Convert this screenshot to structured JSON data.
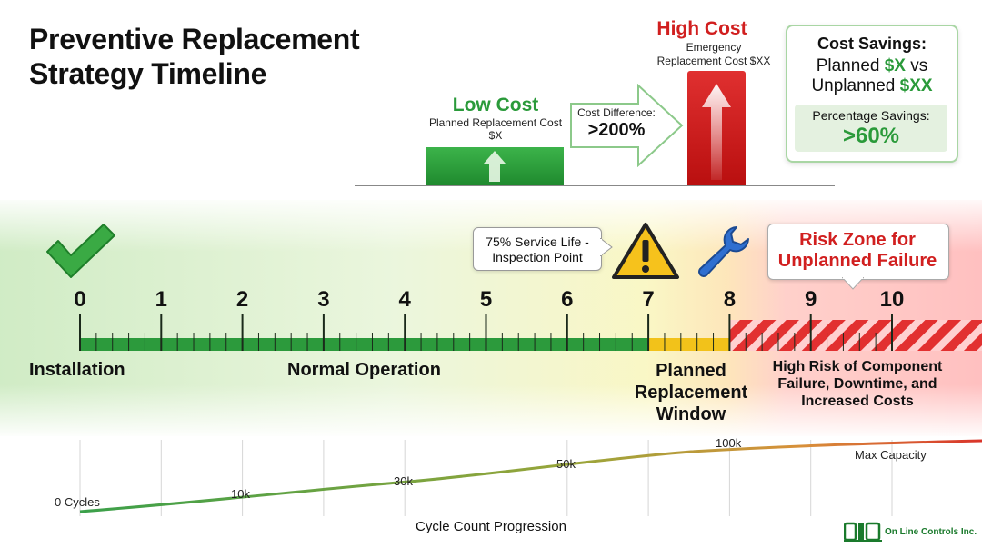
{
  "title": {
    "line1": "Preventive Replacement",
    "line2": "Strategy Timeline"
  },
  "cost_comparison": {
    "low": {
      "title": "Low Cost",
      "subtitle_line1": "Planned Replacement Cost",
      "subtitle_line2": "$X",
      "color": "#2a9a3a"
    },
    "high": {
      "title": "High Cost",
      "subtitle_line1": "Emergency",
      "subtitle_line2": "Replacement Cost $XX",
      "color": "#d11f1f"
    },
    "difference": {
      "label": "Cost Difference:",
      "value": ">200%"
    }
  },
  "savings": {
    "title": "Cost Savings:",
    "line1_prefix": "Planned ",
    "line1_value": "$X",
    "line1_suffix": " vs",
    "line2_prefix": "Unplanned ",
    "line2_value": "$XX",
    "percentage_label": "Percentage Savings:",
    "percentage_value": ">60%"
  },
  "timeline": {
    "ticks": [
      "0",
      "1",
      "2",
      "3",
      "4",
      "5",
      "6",
      "7",
      "8",
      "9",
      "10"
    ],
    "normal_end": 7,
    "planned_end": 8,
    "callout_inspection": {
      "line1": "75% Service Life -",
      "line2": "Inspection Point"
    },
    "risk_callout": {
      "line1": "Risk Zone for",
      "line2": "Unplanned Failure"
    },
    "labels": {
      "installation": "Installation",
      "normal": "Normal Operation",
      "planned": {
        "line1": "Planned",
        "line2": "Replacement",
        "line3": "Window"
      },
      "risk": {
        "line1": "High Risk of Component",
        "line2": "Failure, Downtime, and",
        "line3": "Increased Costs"
      }
    },
    "icons": [
      "checkmark-icon",
      "warning-icon",
      "wrench-icon"
    ]
  },
  "cycles": {
    "labels": [
      "0 Cycles",
      "10k",
      "30k",
      "50k",
      "100k",
      "Max Capacity"
    ],
    "x_label": "Cycle Count Progression"
  },
  "logo": {
    "text": "On Line Controls Inc."
  },
  "colors": {
    "green": "#2a9a3a",
    "red": "#d11f1f",
    "yellow": "#f2c21a"
  }
}
